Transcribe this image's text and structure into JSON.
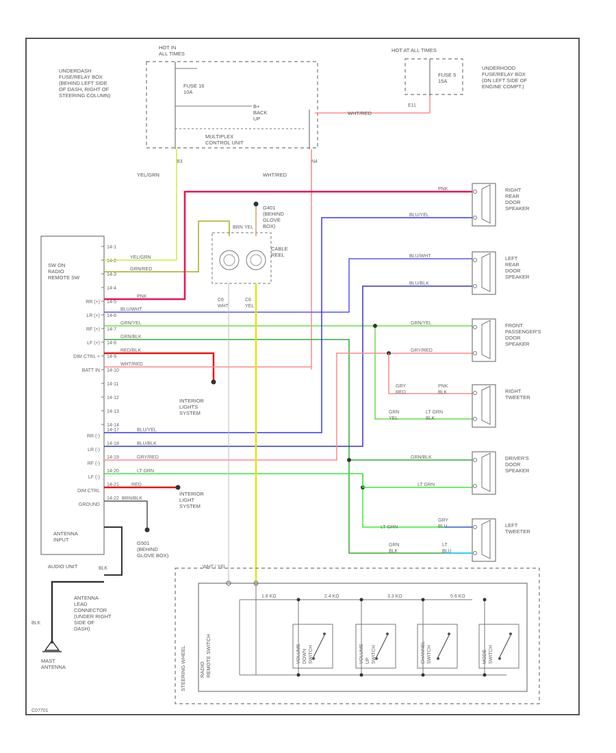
{
  "colors": {
    "pink": "#f01050",
    "red": "#ee1111",
    "yellow": "#e6e600",
    "yellow_green": "#ccee33",
    "blue": "#3333ff",
    "green": "#33cc33",
    "light_green": "#33ee33",
    "light_blue": "#33ccee",
    "salmon": "#ff8a8a",
    "olive": "#aaaa22",
    "orange": "#d9a066",
    "dark": "#333333"
  },
  "fusebox_left": {
    "hot_label": "HOT IN\nALL TIMES",
    "desc": "UNDERDASH\nFUSE/RELAY BOX\n(BEHIND LEFT SIDE\nOF DASH, RIGHT OF\nSTEERING COLUMN)",
    "fuse": "FUSE 16\n10A",
    "backup": "B+\nBACK\nUP",
    "module": "MULTIPLEX\nCONTROL UNIT",
    "pin_left": "B3",
    "pin_right": "N4"
  },
  "fusebox_right": {
    "hot_label": "HOT AT ALL TIMES",
    "fuse": "FUSE 5\n15A",
    "desc": "UNDERHOOD\nFUSE/RELAY BOX\n(ON LEFT SIDE OF\nENGINE COMPT.)",
    "pin": "E11"
  },
  "wires_top": {
    "w1": "WHT/RED",
    "w2": "YEL/GRN",
    "w3": "WHT/RED"
  },
  "ground_top": "G401\n(BEHIND\nGLOVE\nBOX)",
  "cable_reel": "CABLE\nREEL",
  "reel_wires": {
    "a": "BRN",
    "b": "YEL",
    "c1": "C6\nWHT",
    "c2": "C6\nYEL"
  },
  "radio": {
    "name": "SW ON\nRADIO\nREMOTE SW",
    "audio_unit": "AUDIO UNIT",
    "antenna_input": "ANTENNA\nINPUT",
    "pins_top": [
      "14-1",
      "14-2",
      "14-3",
      "14-4",
      "14-5",
      "14-6",
      "14-7",
      "14-8",
      "14-9",
      "14-10",
      "14-11",
      "14-12",
      "14-13",
      "14-14"
    ],
    "pins_bottom": [
      "14-17",
      "14-18",
      "14-19",
      "14-20",
      "14-21",
      "14-22"
    ],
    "side_labels": [
      "RR (+)",
      "LR (+)",
      "RF (+)",
      "LF (+)",
      "DIM CTRL +",
      "BATT IN",
      "RR (-)",
      "LR (-)",
      "RF (-)",
      "LF (-)",
      "DIM CTRL",
      "GROUND"
    ]
  },
  "wire_labels": {
    "yel_grn": "YEL/GRN",
    "grn_red": "GRN/RED",
    "pnk": "PNK",
    "blu_wht": "BLU/WHT",
    "grn_yel": "GRN/YEL",
    "grn_blk": "GRN/BLK",
    "red_blk": "RED/BLK",
    "wht_red": "WHT/RED",
    "blu_yel": "BLU/YEL",
    "blu_blk": "BLU/BLK",
    "gry_red": "GRY/RED",
    "lt_grn": "LT GRN",
    "red": "RED",
    "brn_blk": "BRN/BLK"
  },
  "interior_light_1": "INTERIOR\nLIGHTS\nSYSTEM",
  "interior_light_2": "INTERIOR\nLIGHT\nSYSTEM",
  "speakers": [
    {
      "name": "RIGHT\nREAR\nDOOR\nSPEAKER",
      "w1": "PNK",
      "w2": "BLU/YEL"
    },
    {
      "name": "LEFT\nREAR\nDOOR\nSPEAKER",
      "w1": "BLU/WHT",
      "w2": "BLU/BLK"
    },
    {
      "name": "FRONT\nPASSENGER'S\nDOOR\nSPEAKER",
      "w1": "GRN/YEL",
      "w2": "GRY/RED"
    },
    {
      "name": "RIGHT\nTWEETER",
      "w1a": "GRY\nRED",
      "w1b": "PNK\nBLK",
      "w2a": "GRN\nYEL",
      "w2b": "LT GRN\nBLK"
    },
    {
      "name": "DRIVER'S\nDOOR\nSPEAKER",
      "w1": "GRN/BLK",
      "w2": "LT GRN"
    },
    {
      "name": "LEFT\nTWEETER",
      "w1a": "LT GRN",
      "w1b": "GRY\nBLU",
      "w2a": "GRN\nBLK",
      "w2b": "LT\nBLU"
    }
  ],
  "ground_bottom": "G501\n(BEHIND\nGLOVE BOX)",
  "wire_wht_yel": "WHT / YEL",
  "antenna": {
    "blk": "BLK",
    "lead": "ANTENNA\nLEAD\nCONNECTOR\n(UNDER RIGHT\nSIDE OF\nDASH)",
    "mast": "MAST\nANTENNA"
  },
  "steering_box": {
    "side": "STEERING WHEEL",
    "inner": "RADIO\nREMOTE SWITCH",
    "ohms": [
      "1.8 KΩ",
      "2.4 KΩ",
      "3.3 KΩ",
      "5.6 KΩ"
    ],
    "switches": [
      "VOLUME\nDOWN\nSWITCH",
      "VOLUME\nUP\nSWITCH",
      "CHANNEL\nSWITCH",
      "MODE\nSWITCH"
    ]
  },
  "footer_code": "C07701"
}
